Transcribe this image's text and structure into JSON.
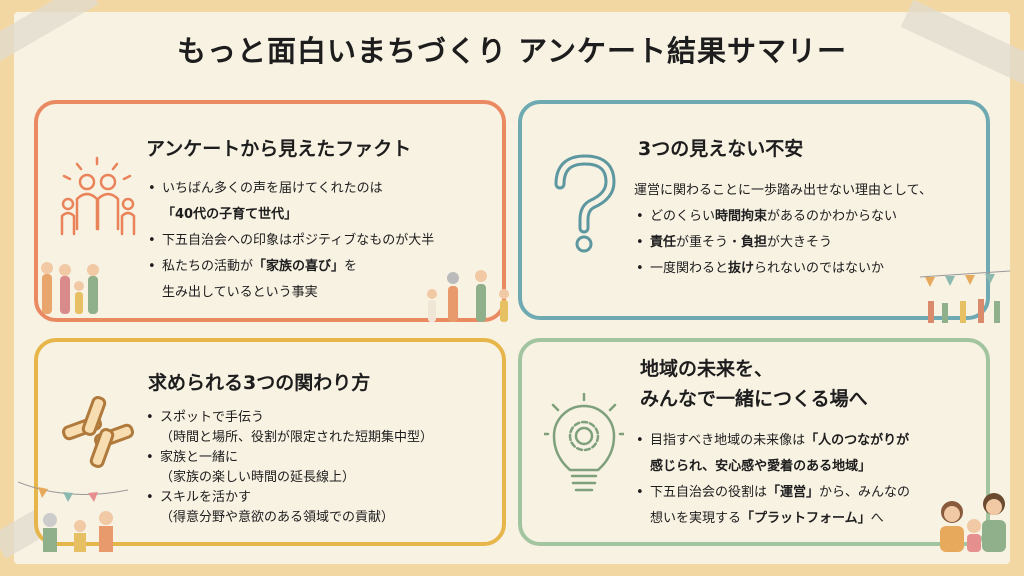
{
  "title": "もっと面白いまちづくり アンケート結果サマリー",
  "colors": {
    "card1": "#ea8a63",
    "card2": "#6fa9b2",
    "card3": "#e7b64b",
    "card4": "#a2c59f",
    "background": "#f8f2e3"
  },
  "cards": [
    {
      "title": "アンケートから見えたファクト",
      "icon": "family-icon",
      "lines": [
        {
          "bullet": true,
          "seg": [
            {
              "t": "いちばん多くの声を届けてくれたのは"
            }
          ]
        },
        {
          "bullet": false,
          "seg": [
            {
              "t": "「40代の子育て世代」",
              "b": true
            }
          ]
        },
        {
          "bullet": true,
          "seg": [
            {
              "t": "下五自治会への印象はポジティブなものが大半"
            }
          ]
        },
        {
          "bullet": true,
          "seg": [
            {
              "t": "私たちの活動が"
            },
            {
              "t": "「家族の喜び」",
              "b": true
            },
            {
              "t": "を"
            }
          ]
        },
        {
          "bullet": false,
          "seg": [
            {
              "t": "生み出しているという事実"
            }
          ]
        }
      ]
    },
    {
      "title": "3つの見えない不安",
      "icon": "question-mark-icon",
      "lines": [
        {
          "intro": true,
          "seg": [
            {
              "t": "運営に関わることに一歩踏み出せない理由として、"
            }
          ]
        },
        {
          "bullet": true,
          "seg": [
            {
              "t": "どのくらい"
            },
            {
              "t": "時間拘束",
              "b": true
            },
            {
              "t": "があるのかわからない"
            }
          ]
        },
        {
          "bullet": true,
          "seg": [
            {
              "t": "責任",
              "b": true
            },
            {
              "t": "が重そう・"
            },
            {
              "t": "負担",
              "b": true
            },
            {
              "t": "が大きそう"
            }
          ]
        },
        {
          "bullet": true,
          "seg": [
            {
              "t": "一度関わると"
            },
            {
              "t": "抜け",
              "b": true
            },
            {
              "t": "られないのではないか"
            }
          ]
        }
      ]
    },
    {
      "title": "求められる3つの関わり方",
      "icon": "joined-hands-icon",
      "lines": [
        {
          "bullet": true,
          "seg": [
            {
              "t": "スポットで手伝う"
            }
          ]
        },
        {
          "bullet": false,
          "sub": true,
          "seg": [
            {
              "t": "（時間と場所、役割が限定された短期集中型）"
            }
          ]
        },
        {
          "bullet": true,
          "seg": [
            {
              "t": "家族と一緒に"
            }
          ]
        },
        {
          "bullet": false,
          "sub": true,
          "seg": [
            {
              "t": "（家族の楽しい時間の延長線上）"
            }
          ]
        },
        {
          "bullet": true,
          "seg": [
            {
              "t": "スキルを活かす"
            }
          ]
        },
        {
          "bullet": false,
          "sub": true,
          "seg": [
            {
              "t": "（得意分野や意欲のある領域での貢献）"
            }
          ]
        }
      ]
    },
    {
      "title": "地域の未来を、",
      "title2": "みんなで一緒につくる場へ",
      "icon": "lightbulb-icon",
      "lines": [
        {
          "bullet": true,
          "seg": [
            {
              "t": "目指すべき地域の未来像は"
            },
            {
              "t": "「人のつながりが",
              "b": true
            }
          ]
        },
        {
          "bullet": false,
          "seg": [
            {
              "t": "感じられ、安心感や愛着のある地域」",
              "b": true
            }
          ]
        },
        {
          "bullet": true,
          "seg": [
            {
              "t": "下五自治会の役割は"
            },
            {
              "t": "「運営」",
              "b": true
            },
            {
              "t": "から、みんなの"
            }
          ]
        },
        {
          "bullet": false,
          "seg": [
            {
              "t": "想いを実現する"
            },
            {
              "t": "「プラットフォーム」",
              "b": true
            },
            {
              "t": "へ"
            }
          ]
        }
      ]
    }
  ]
}
